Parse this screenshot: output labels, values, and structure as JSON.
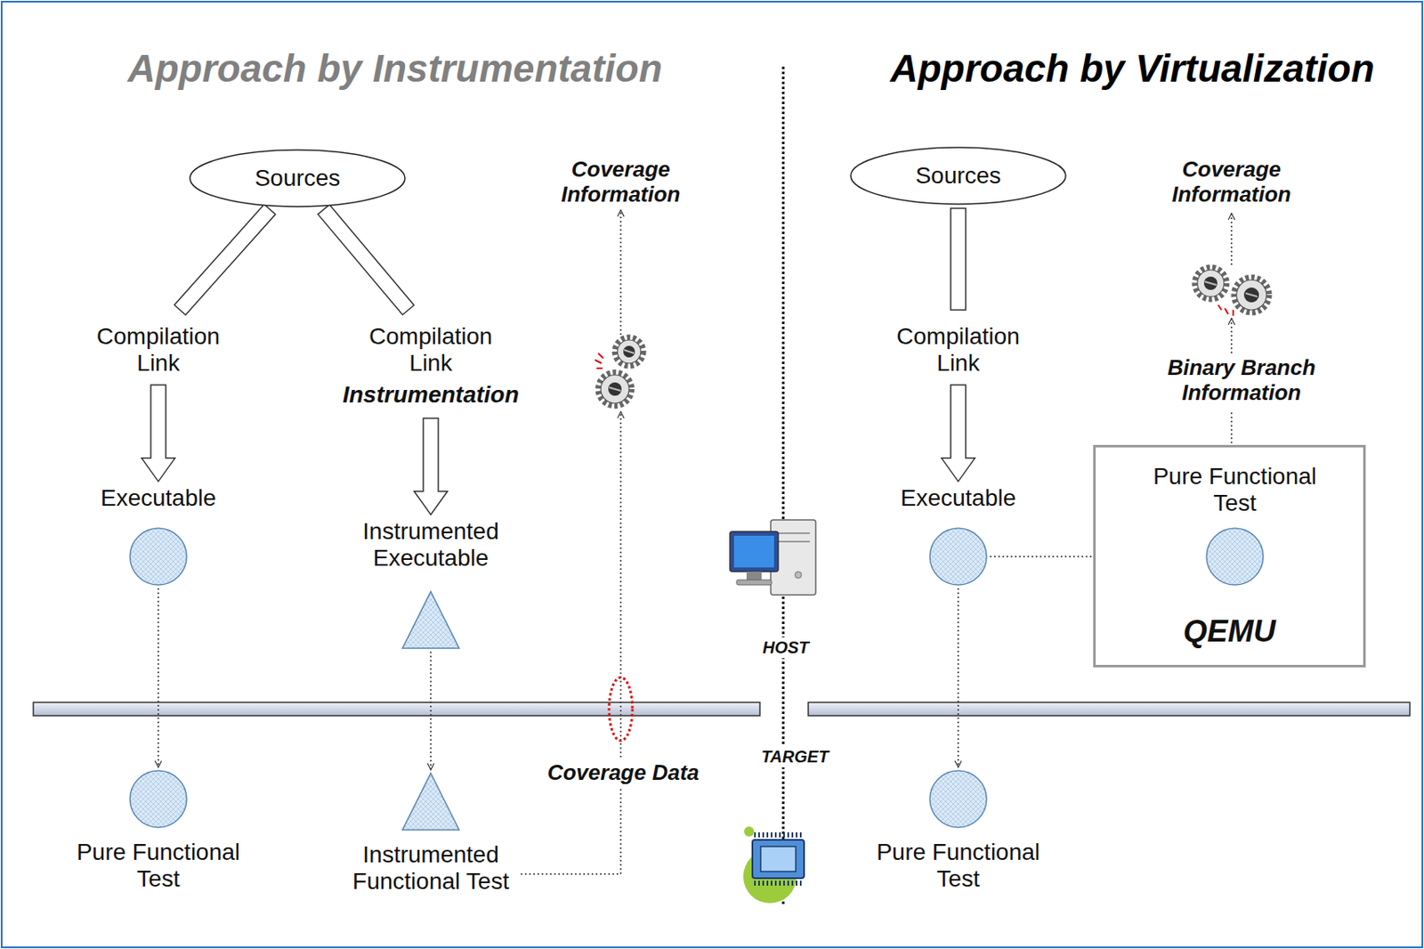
{
  "diagram": {
    "nodes": [
      {
        "text": [
          "Sources"
        ]
      },
      {
        "text": [
          "Executable"
        ]
      },
      {
        "text": [
          "Pure Functional Test"
        ]
      },
      {
        "text": [
          "Instrumented Executable"
        ]
      },
      {
        "text": [
          "Instrumented Functional Test"
        ]
      },
      {
        "text": [
          "Sources"
        ]
      },
      {
        "text": [
          "Executable"
        ]
      },
      {
        "text": [
          "Pure Functional Test"
        ]
      },
      {
        "text": [
          "QEMU"
        ]
      },
      {
        "text": [
          "Pure Functional Test"
        ],
        "in": 8
      }
    ],
    "edges": [
      {
        "from": 0,
        "to": 1,
        "arrow": "to"
      },
      {
        "from": 0,
        "to": 3,
        "arrow": "to"
      },
      {
        "from": 1,
        "to": 2,
        "arrow": "to"
      },
      {
        "from": 3,
        "to": 4,
        "arrow": "to"
      },
      {
        "from": 5,
        "to": 6,
        "arrow": "to"
      },
      {
        "from": 6,
        "to": 7,
        "arrow": "to"
      },
      {
        "from": 6,
        "to": 9,
        "arrow": "to"
      }
    ],
    "labels": [
      "Approach by Instrumentation",
      "Approach by Virtualization",
      "Compilation Link",
      "Compilation Link",
      "Instrumentation",
      "Coverage Information",
      "Coverage Data",
      "HOST",
      "TARGET",
      "Compilation Link",
      "Coverage Information",
      "Binary Branch Information"
    ]
  }
}
